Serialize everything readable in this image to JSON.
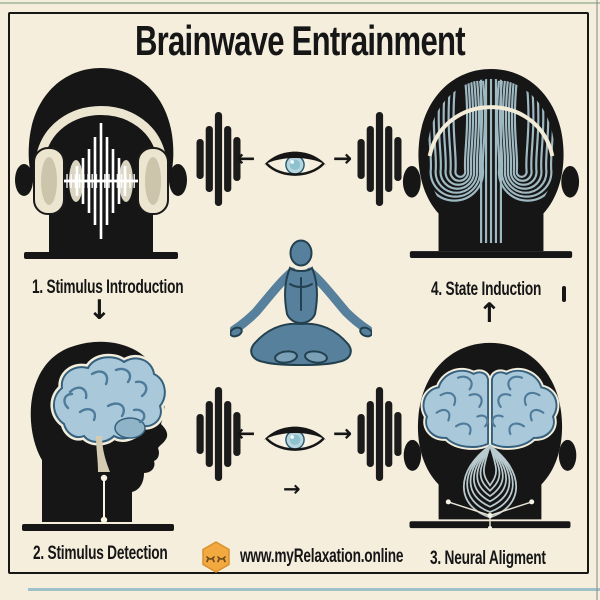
{
  "title": "Brainwave Entrainment",
  "stages": [
    {
      "label": "1. Stimulus Introduction"
    },
    {
      "label": "2. Stimulus Detection"
    },
    {
      "label": "3. Neural Aligment"
    },
    {
      "label": "4. State Induction"
    }
  ],
  "symbols": {
    "down_arrow": "↓",
    "up_arrow": "↑",
    "left_arrow": "←",
    "right_arrow": "→"
  },
  "footer": {
    "website": "www.myRelaxation.online"
  },
  "colors": {
    "background": "#f5eedd",
    "ink": "#161616",
    "cream": "#ece5d0",
    "brain_blue": "#a9c9da",
    "brain_line_blue": "#4f7b9b",
    "figure_blue": "#57809c",
    "figure_dark": "#23404f",
    "flow_line_blue": "#9fb9c3",
    "iris_blue": "#b8d6de",
    "logo_orange": "#f2a93f",
    "top_line_green": "#9db39b",
    "bottom_line_blue": "#8fb9c6"
  }
}
